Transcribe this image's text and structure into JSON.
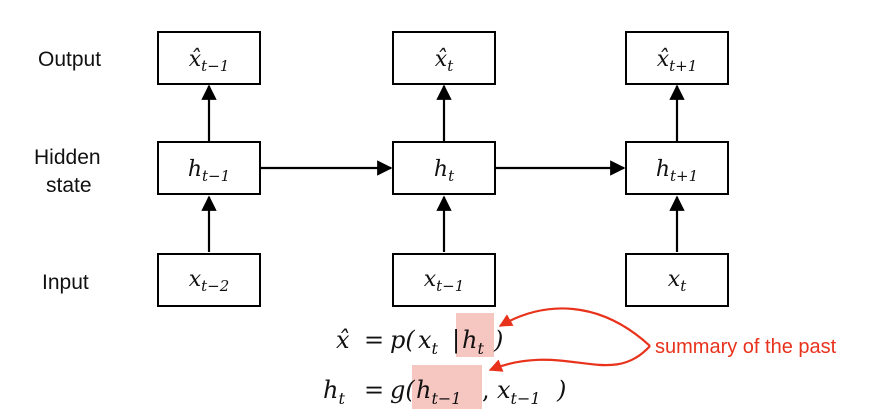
{
  "row_labels": {
    "output": "Output",
    "hidden_line1": "Hidden",
    "hidden_line2": "state",
    "input": "Input"
  },
  "columns": [
    {
      "output": {
        "base": "x̂",
        "sub": "t−1"
      },
      "hidden": {
        "base": "h",
        "sub": "t−1"
      },
      "input": {
        "base": "x",
        "sub": "t−2"
      }
    },
    {
      "output": {
        "base": "x̂",
        "sub": "t"
      },
      "hidden": {
        "base": "h",
        "sub": "t"
      },
      "input": {
        "base": "x",
        "sub": "t−1"
      }
    },
    {
      "output": {
        "base": "x̂",
        "sub": "t+1"
      },
      "hidden": {
        "base": "h",
        "sub": "t+1"
      },
      "input": {
        "base": "x",
        "sub": "t"
      }
    }
  ],
  "equations": {
    "eq1": {
      "lhs": "x̂",
      "eq": "=",
      "fn": "p(",
      "arg_base": "x",
      "arg_sub": "t",
      "bar": "|",
      "hl_base": "h",
      "hl_sub": "t",
      "close": ")"
    },
    "eq2": {
      "lhs_base": "h",
      "lhs_sub": "t",
      "eq": "=",
      "fn": "g(",
      "hl_base": "h",
      "hl_sub": "t−1",
      "comma": ",",
      "arg_base": "x",
      "arg_sub": "t−1",
      "close": ")"
    }
  },
  "annotation": "summary of the past",
  "colors": {
    "accent": "#e8321c",
    "highlight": "#f6c6c1",
    "stroke": "#000000"
  }
}
